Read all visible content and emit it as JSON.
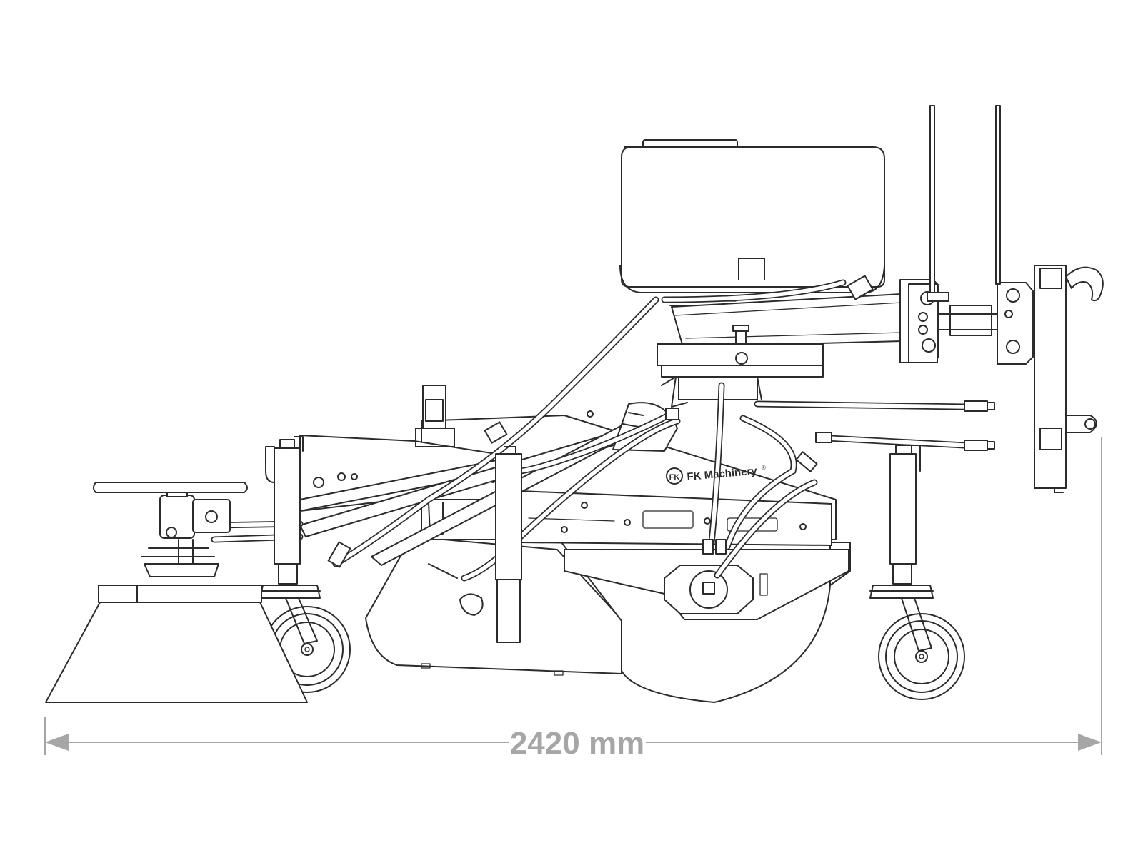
{
  "drawing": {
    "brand_text": "FK Machinery",
    "brand_mark": "FK",
    "registered_mark": "®",
    "dimension": {
      "value": "2420",
      "unit": "mm"
    },
    "dimension_color": "#a6a6a6",
    "line_color": "#2b2b2b"
  }
}
